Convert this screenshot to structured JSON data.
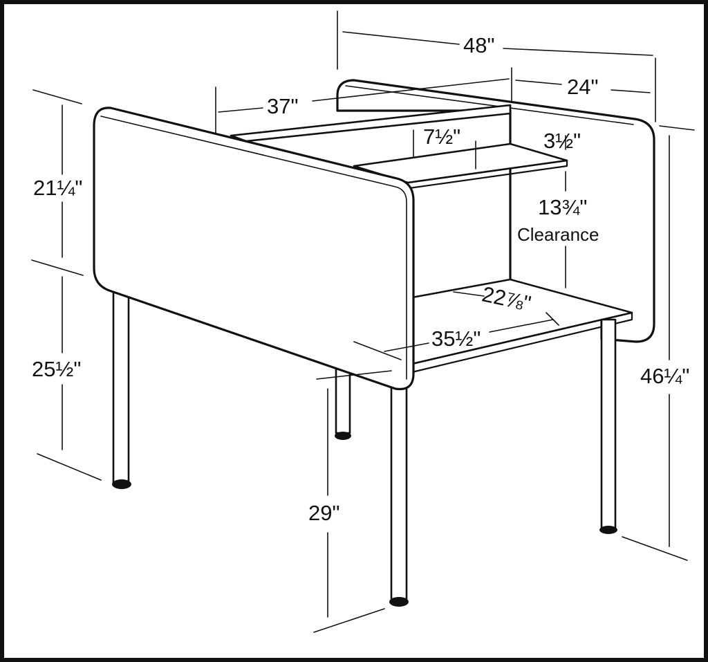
{
  "diagram": {
    "dimensions": {
      "overall_width": "48\"",
      "panel_width": "37\"",
      "side_depth": "24\"",
      "shelf_depth": "7½\"",
      "shelf_height": "3½\"",
      "upper_panel_height": "21¼\"",
      "clearance_height": "13¾\"",
      "clearance_label": "Clearance",
      "desktop_depth": "22⅞\"",
      "desktop_width": "35½\"",
      "lower_height": "25½\"",
      "desk_height": "29\"",
      "overall_height": "46¼\""
    }
  }
}
